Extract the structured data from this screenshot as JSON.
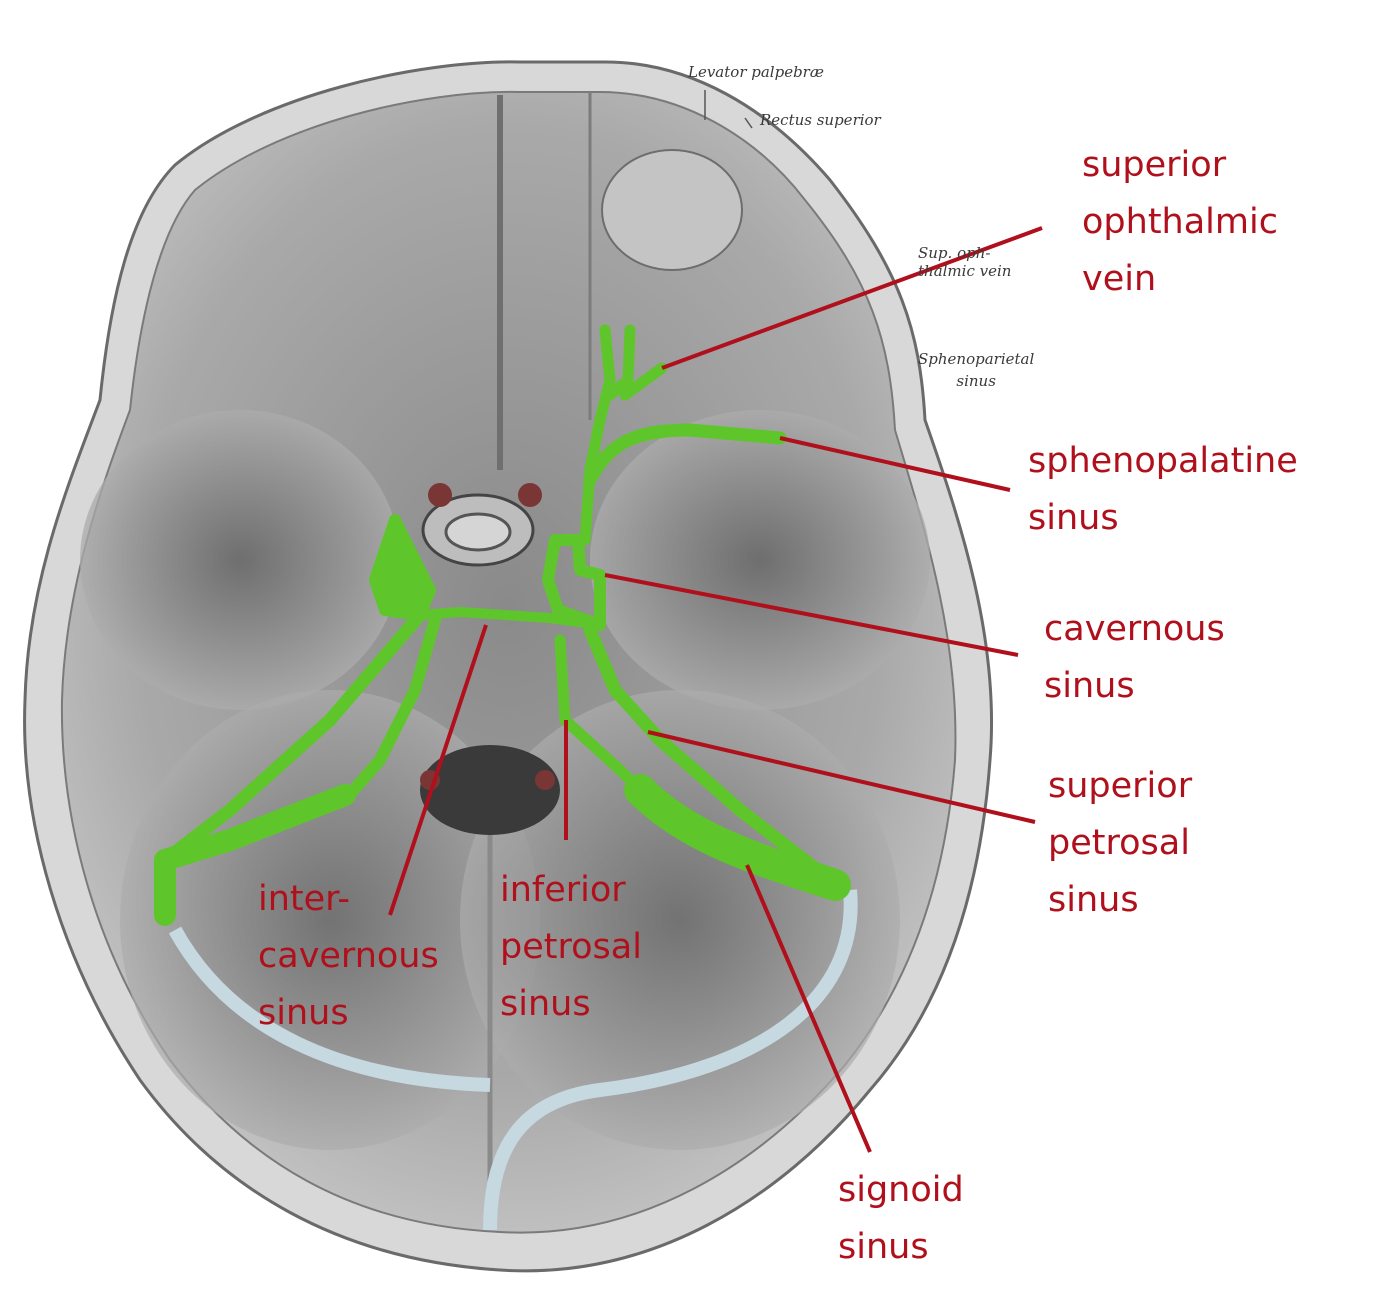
{
  "colors": {
    "label": "#b0101c",
    "leader": "#b0101c",
    "sinus": "#5ec62a",
    "bone": "#9a9a9a",
    "background": "#ffffff"
  },
  "labels": {
    "superior_ophthalmic_vein": "superior\nophthalmic\nvein",
    "sphenopalatine_sinus": "sphenopalatine\nsinus",
    "cavernous_sinus": "cavernous\nsinus",
    "superior_petrosal_sinus": "superior\npetrosal\nsinus",
    "intercavernous_sinus": "inter-\ncavernous\nsinus",
    "inferior_petrosal_sinus": "inferior\npetrosal\nsinus",
    "sigmoid_sinus": "signoid\nsinus"
  },
  "engraving_labels": {
    "levator_palpebrae": "Levator palpebræ",
    "rectus_superior": "Rectus superior",
    "sup_ophthalmic_vein": "Sup. oph-\nthalmic vein",
    "sphenoparietal_sinus": "Sphenoparietal\nsinus"
  }
}
